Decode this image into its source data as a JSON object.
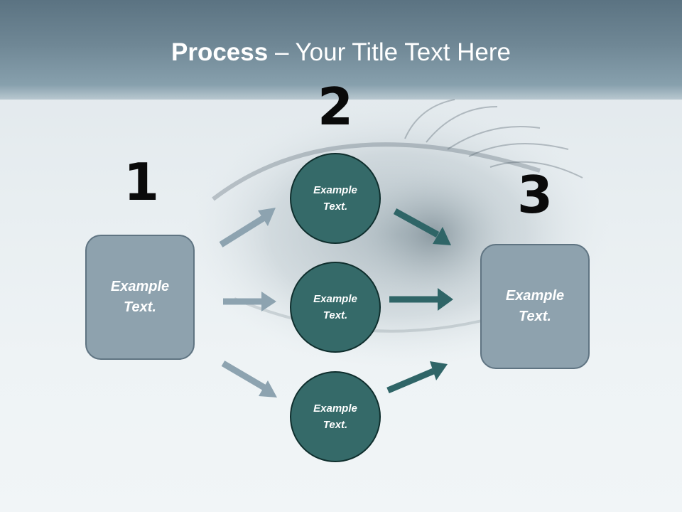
{
  "title": {
    "bold": "Process",
    "rest": " – Your Title Text Here"
  },
  "steps": [
    "1",
    "2",
    "3"
  ],
  "left_box": {
    "text": "Example Text."
  },
  "circles": [
    {
      "text": "Example Text."
    },
    {
      "text": "Example Text."
    },
    {
      "text": "Example Text."
    }
  ],
  "right_box": {
    "text": "Example Text."
  },
  "colors": {
    "title_band": "#6f8795",
    "box_fill": "#8ea2ae",
    "circle_fill": "#356a69",
    "arrow_light": "#8da3b0",
    "arrow_dark": "#2f6567"
  }
}
